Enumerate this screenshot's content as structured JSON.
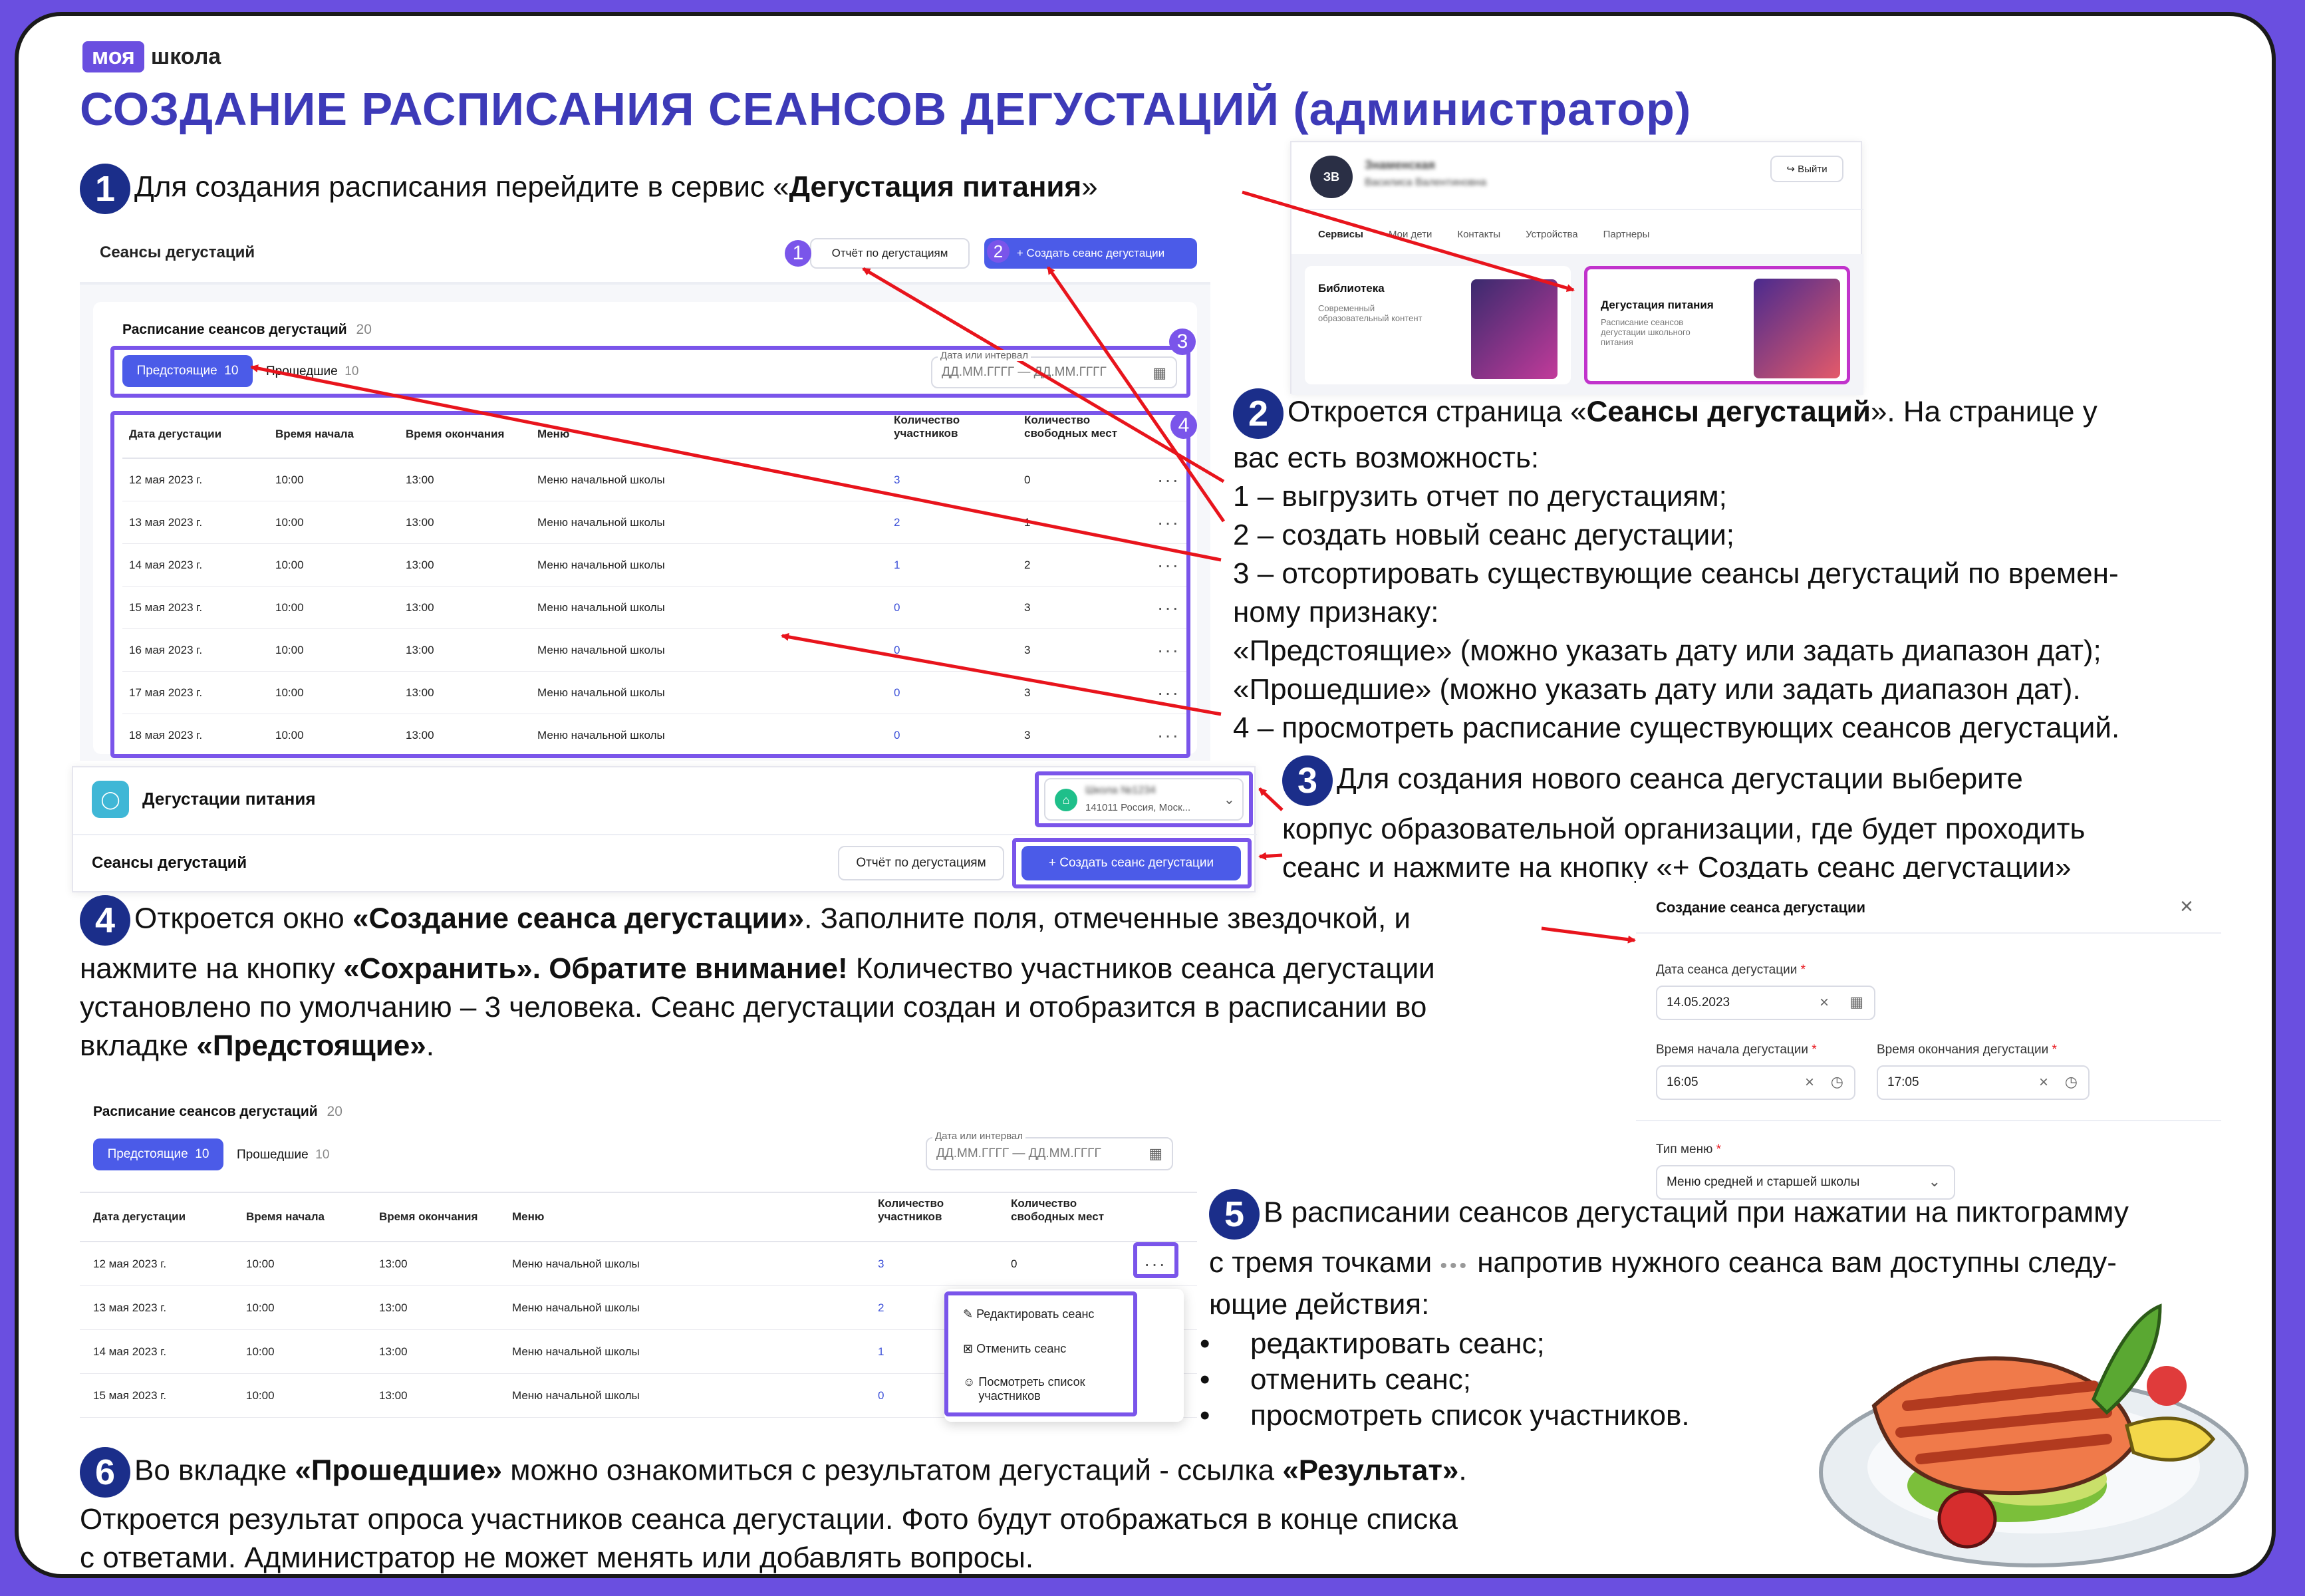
{
  "logo": {
    "moya": "моя",
    "shkola": "школа"
  },
  "title": {
    "main": "СОЗДАНИЕ РАСПИСАНИЯ СЕАНСОВ ДЕГУСТАЦИЙ",
    "suffix": "(администратор)"
  },
  "step1": {
    "num": "1",
    "text_a": "Для создания расписания перейдите в сервис «",
    "bold": "Дегустация питания",
    "text_b": "»"
  },
  "step2": {
    "num": "2",
    "text_a": "Откроется страница «",
    "bold": "Сеансы дегустаций",
    "text_b": "». На странице у",
    "line2": "вас есть возможность:",
    "line3": "1 – выгрузить отчет по дегустациям;",
    "line4": "2 – создать новый сеанс дегустации;",
    "line5": "3 – отсортировать существующие сеансы дегустаций по времен-",
    "line6": "ному признаку:",
    "line7": "«Предстоящие» (можно указать дату или задать диапазон дат);",
    "line8": "«Прошедшие» (можно указать дату или задать диапазон дат).",
    "line9": "4 – просмотреть расписание существующих сеансов дегустаций."
  },
  "step3": {
    "num": "3",
    "line1": "Для создания нового сеанса дегустации выберите",
    "line2": "корпус образовательной организации, где будет проходить",
    "line3": "сеанс и нажмите на кнопку «+ Создать сеанс дегустации»"
  },
  "step4": {
    "num": "4",
    "a": "Откроется окно ",
    "b": "«Создание сеанса дегустации»",
    "c": ". Заполните поля, отмеченные звездочкой, и",
    "d": "нажмите на кнопку ",
    "e": "«Сохранить». Обратите внимание!",
    "f": " Количество участников сеанса дегустации",
    "g": "установлено по умолчанию – 3 человека. Сеанс дегустации создан и отобразится в расписании во",
    "h": "вкладке ",
    "i": "«Предстоящие»",
    "j": "."
  },
  "step5": {
    "num": "5",
    "line1": "В расписании сеансов дегустаций при нажатии на пиктограмму",
    "line2a": "с тремя точками",
    "dots": "•••",
    "line2b": "напротив нужного сеанса вам доступны следу-",
    "line3": "ющие действия:",
    "items": [
      "редактировать сеанс;",
      "отменить сеанс;",
      "просмотреть список участников."
    ]
  },
  "step6": {
    "num": "6",
    "a": "Во вкладке ",
    "b": "«Прошедшие»",
    "c": " можно ознакомиться с результатом дегустаций - ссылка ",
    "d": "«Результат»",
    "e": ".",
    "line2": "Откроется результат опроса участников сеанса дегустации. Фото будут отображаться в конце списка",
    "line3": "с ответами. Администратор не может менять или добавлять вопросы."
  },
  "shot1": {
    "page_title": "Сеансы дегустаций",
    "report_btn": "Отчёт по дегустациям",
    "create_btn": "+ Создать сеанс дегустации",
    "badge1": "1",
    "badge2": "2",
    "badge3": "3",
    "badge4": "4",
    "section_title": "Расписание сеансов дегустаций",
    "section_count": "20",
    "tab_upcoming": "Предстоящие",
    "tab_upcoming_count": "10",
    "tab_past": "Прошедшие",
    "tab_past_count": "10",
    "date_label": "Дата или интервал",
    "date_placeholder": "ДД.ММ.ГГГГ — ДД.ММ.ГГГГ",
    "headers": [
      "Дата дегустации",
      "Время начала",
      "Время окончания",
      "Меню",
      "Количество участников",
      "Количество свободных мест"
    ],
    "rows": [
      [
        "12 мая 2023 г.",
        "10:00",
        "13:00",
        "Меню начальной школы",
        "3",
        "0"
      ],
      [
        "13 мая 2023 г.",
        "10:00",
        "13:00",
        "Меню начальной школы",
        "2",
        "1"
      ],
      [
        "14 мая 2023 г.",
        "10:00",
        "13:00",
        "Меню начальной школы",
        "1",
        "2"
      ],
      [
        "15 мая 2023 г.",
        "10:00",
        "13:00",
        "Меню начальной школы",
        "0",
        "3"
      ],
      [
        "16 мая 2023 г.",
        "10:00",
        "13:00",
        "Меню начальной школы",
        "0",
        "3"
      ],
      [
        "17 мая 2023 г.",
        "10:00",
        "13:00",
        "Меню начальной школы",
        "0",
        "3"
      ],
      [
        "18 мая 2023 г.",
        "10:00",
        "13:00",
        "Меню начальной школы",
        "0",
        "3"
      ]
    ]
  },
  "shot2": {
    "avatar": "ЗВ",
    "user_name": "Знаменская",
    "user_sub": "Василиса Валентиновна",
    "logout": "Выйти",
    "tabs": [
      "Сервисы",
      "Мои дети",
      "Контакты",
      "Устройства",
      "Партнеры"
    ],
    "card1_title": "Библиотека",
    "card1_desc": "Современный образовательный контент",
    "card2_title": "Дегустация питания",
    "card2_desc": "Расписание сеансов дегустации школьного питания"
  },
  "shot3": {
    "app_title": "Дегустации питания",
    "school_name": "Школа №1234",
    "school_addr": "141011 Россия, Моск...",
    "page_title": "Сеансы дегустаций",
    "report_btn": "Отчёт по дегустациям",
    "create_btn": "+ Создать сеанс дегустации"
  },
  "shot4": {
    "title": "Создание сеанса дегустации",
    "date_label": "Дата сеанса дегустации",
    "date_value": "14.05.2023",
    "start_label": "Время начала дегустации",
    "start_value": "16:05",
    "end_label": "Время окончания дегустации",
    "end_value": "17:05",
    "menu_label": "Тип меню",
    "menu_value": "Меню средней и старшей школы",
    "asterisk": "*"
  },
  "shot5": {
    "section_title": "Расписание сеансов дегустаций",
    "section_count": "20",
    "tab_upcoming": "Предстоящие",
    "tab_upcoming_count": "10",
    "tab_past": "Прошедшие",
    "tab_past_count": "10",
    "date_label": "Дата или интервал",
    "date_placeholder": "ДД.ММ.ГГГГ — ДД.ММ.ГГГГ",
    "headers": [
      "Дата дегустации",
      "Время начала",
      "Время окончания",
      "Меню",
      "Количество участников",
      "Количество свободных мест"
    ],
    "rows": [
      [
        "12 мая 2023 г.",
        "10:00",
        "13:00",
        "Меню начальной школы",
        "3",
        "0"
      ],
      [
        "13 мая 2023 г.",
        "10:00",
        "13:00",
        "Меню начальной школы",
        "2",
        ""
      ],
      [
        "14 мая 2023 г.",
        "10:00",
        "13:00",
        "Меню начальной школы",
        "1",
        ""
      ],
      [
        "15 мая 2023 г.",
        "10:00",
        "13:00",
        "Меню начальной школы",
        "0",
        ""
      ]
    ],
    "menu_items": [
      "Редактировать сеанс",
      "Отменить сеанс",
      "Посмотреть список участников"
    ]
  },
  "colors": {
    "brand": "#6a4fe0",
    "title": "#3d3ab8",
    "primary": "#4b5be8",
    "arrow": "#e8141c",
    "highlight": "#7a55ea"
  }
}
